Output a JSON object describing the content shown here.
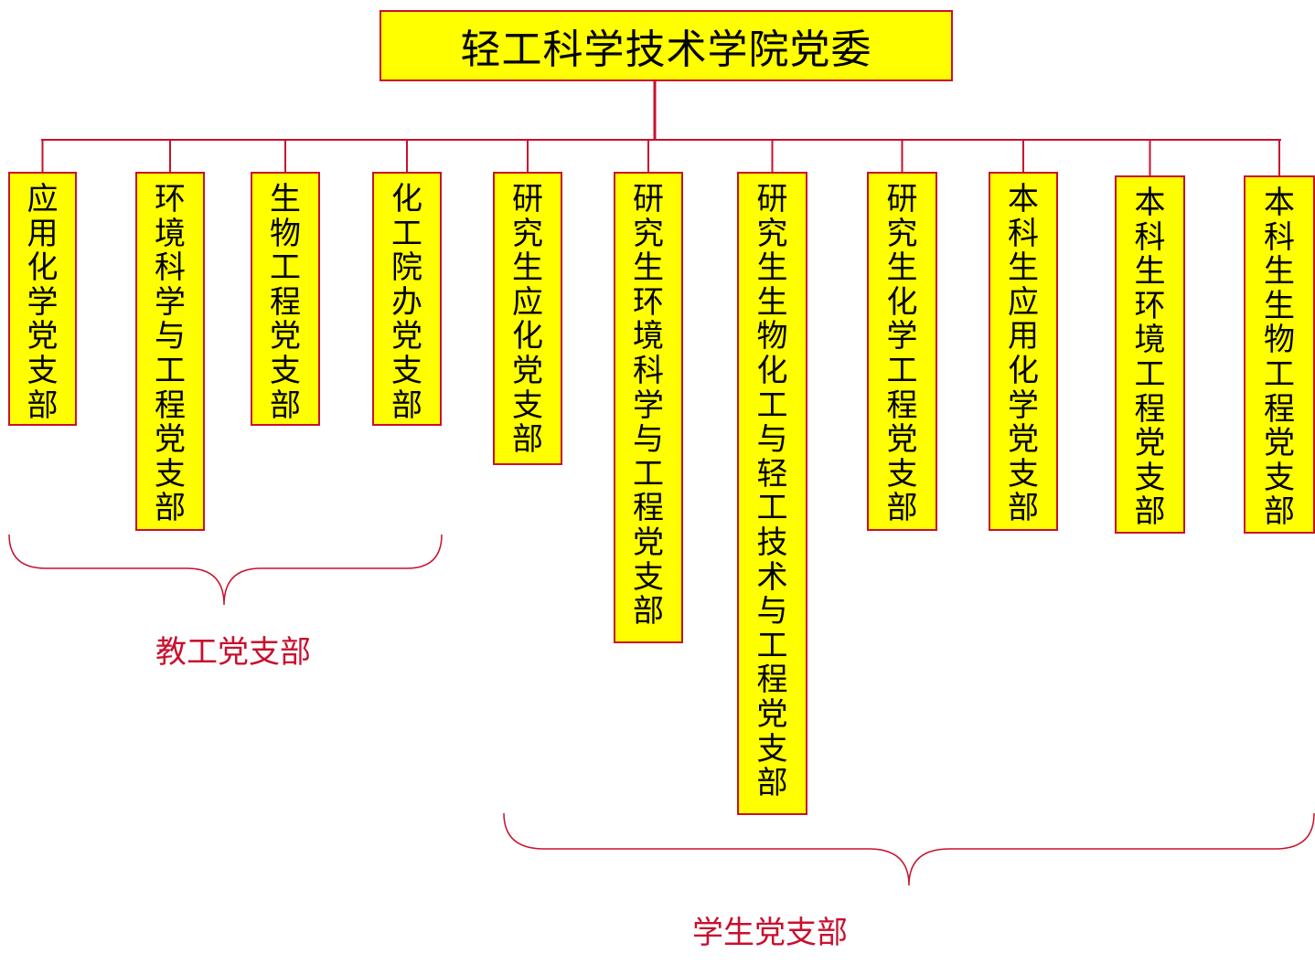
{
  "colors": {
    "box_fill": "#ffff00",
    "box_border": "#c8102e",
    "connector": "#c8102e",
    "label_text": "#c8102e",
    "box_text": "#000000"
  },
  "root": {
    "label": "轻工科学技术学院党委"
  },
  "branches": [
    {
      "label": "应用化学党支部"
    },
    {
      "label": "环境科学与工程党支部"
    },
    {
      "label": "生物工程党支部"
    },
    {
      "label": "化工院办党支部"
    },
    {
      "label": "研究生应化党支部"
    },
    {
      "label": "研究生环境科学与工程党支部"
    },
    {
      "label": "研究生生物化工与轻工技术与工程党支部"
    },
    {
      "label": "研究生化学工程党支部"
    },
    {
      "label": "本科生应用化学党支部"
    },
    {
      "label": "本科生环境工程党支部"
    },
    {
      "label": "本科生生物工程党支部"
    }
  ],
  "groups": {
    "faculty": {
      "label": "教工党支部"
    },
    "student": {
      "label": "学生党支部"
    }
  }
}
